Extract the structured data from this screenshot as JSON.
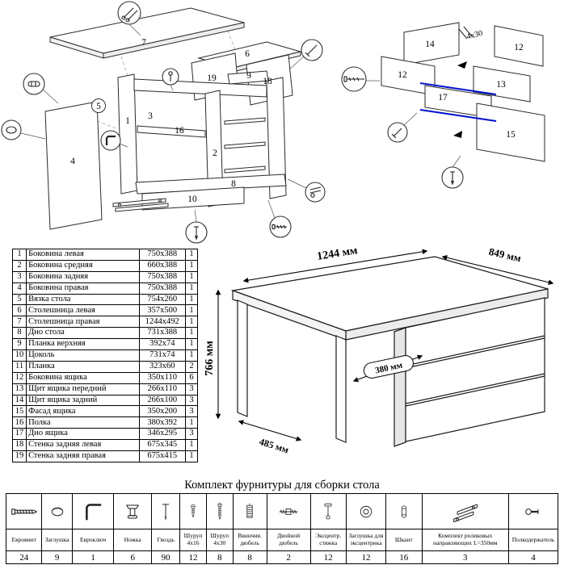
{
  "parts_table": {
    "rows": [
      {
        "n": "1",
        "name": "Боковина левая",
        "size": "750x388",
        "qty": "1"
      },
      {
        "n": "2",
        "name": "Боковина средняя",
        "size": "660x388",
        "qty": "1"
      },
      {
        "n": "3",
        "name": "Боковина задняя",
        "size": "750x388",
        "qty": "1"
      },
      {
        "n": "4",
        "name": "Боковина правая",
        "size": "750x388",
        "qty": "1"
      },
      {
        "n": "5",
        "name": "Вязка стола",
        "size": "754x260",
        "qty": "1"
      },
      {
        "n": "6",
        "name": "Столешница левая",
        "size": "357x500",
        "qty": "1"
      },
      {
        "n": "7",
        "name": "Столешница правая",
        "size": "1244x492",
        "qty": "1"
      },
      {
        "n": "8",
        "name": "Дно стола",
        "size": "731x388",
        "qty": "1"
      },
      {
        "n": "9",
        "name": "Планка верхняя",
        "size": "392x74",
        "qty": "1"
      },
      {
        "n": "10",
        "name": "Цоколь",
        "size": "731x74",
        "qty": "1"
      },
      {
        "n": "11",
        "name": "Планка",
        "size": "323x60",
        "qty": "2"
      },
      {
        "n": "12",
        "name": "Боковина ящика",
        "size": "350x110",
        "qty": "6"
      },
      {
        "n": "13",
        "name": "Щит ящика передний",
        "size": "266x110",
        "qty": "3"
      },
      {
        "n": "14",
        "name": "Щит ящика задний",
        "size": "266x100",
        "qty": "3"
      },
      {
        "n": "15",
        "name": "Фасад ящика",
        "size": "350x200",
        "qty": "3"
      },
      {
        "n": "16",
        "name": "Полка",
        "size": "380x392",
        "qty": "1"
      },
      {
        "n": "17",
        "name": "Дно ящика",
        "size": "346x295",
        "qty": "3"
      },
      {
        "n": "18",
        "name": "Стенка задняя левая",
        "size": "675x345",
        "qty": "1"
      },
      {
        "n": "19",
        "name": "Стенка задняя правая",
        "size": "675x415",
        "qty": "1"
      }
    ]
  },
  "desk_dimensions": {
    "width": "1244 мм",
    "depth_right": "849 мм",
    "height": "766 мм",
    "inner_depth": "380 мм",
    "depth_left": "485 мм"
  },
  "diagram_left": {
    "part_labels": [
      "7",
      "6",
      "19",
      "18",
      "9",
      "5",
      "3",
      "16",
      "1",
      "2",
      "4",
      "8",
      "10"
    ]
  },
  "diagram_right": {
    "part_labels": [
      "14",
      "12",
      "12",
      "13",
      "17",
      "15"
    ],
    "screw_note": "4x30"
  },
  "hardware_kit": {
    "title": "Комплект фурнитуры для сборки стола",
    "items": [
      {
        "name": "Евровинт",
        "qty": "24",
        "icon": "euroscrew"
      },
      {
        "name": "Заглушка",
        "qty": "9",
        "icon": "cap"
      },
      {
        "name": "Евроключ",
        "qty": "1",
        "icon": "hexkey"
      },
      {
        "name": "Ножка",
        "qty": "6",
        "icon": "leg"
      },
      {
        "name": "Гвоздь",
        "qty": "90",
        "icon": "nail"
      },
      {
        "name": "Шуруп 4x16",
        "qty": "12",
        "icon": "screw-small"
      },
      {
        "name": "Шуруп 4x30",
        "qty": "8",
        "icon": "screw-large"
      },
      {
        "name": "Ввинчив. дюбель",
        "qty": "8",
        "icon": "screw-dowel"
      },
      {
        "name": "Двойной дюбель",
        "qty": "2",
        "icon": "double-dowel"
      },
      {
        "name": "Эксцентр. стяжка",
        "qty": "12",
        "icon": "eccentric-bolt"
      },
      {
        "name": "Заглушка для эксцентрика",
        "qty": "12",
        "icon": "eccentric-cap"
      },
      {
        "name": "Шкант",
        "qty": "16",
        "icon": "dowel"
      },
      {
        "name": "Комплект роликовых направляющих L=350мм",
        "qty": "3",
        "icon": "drawer-slides"
      },
      {
        "name": "Полкодержатель",
        "qty": "4",
        "icon": "shelf-pin"
      }
    ]
  }
}
